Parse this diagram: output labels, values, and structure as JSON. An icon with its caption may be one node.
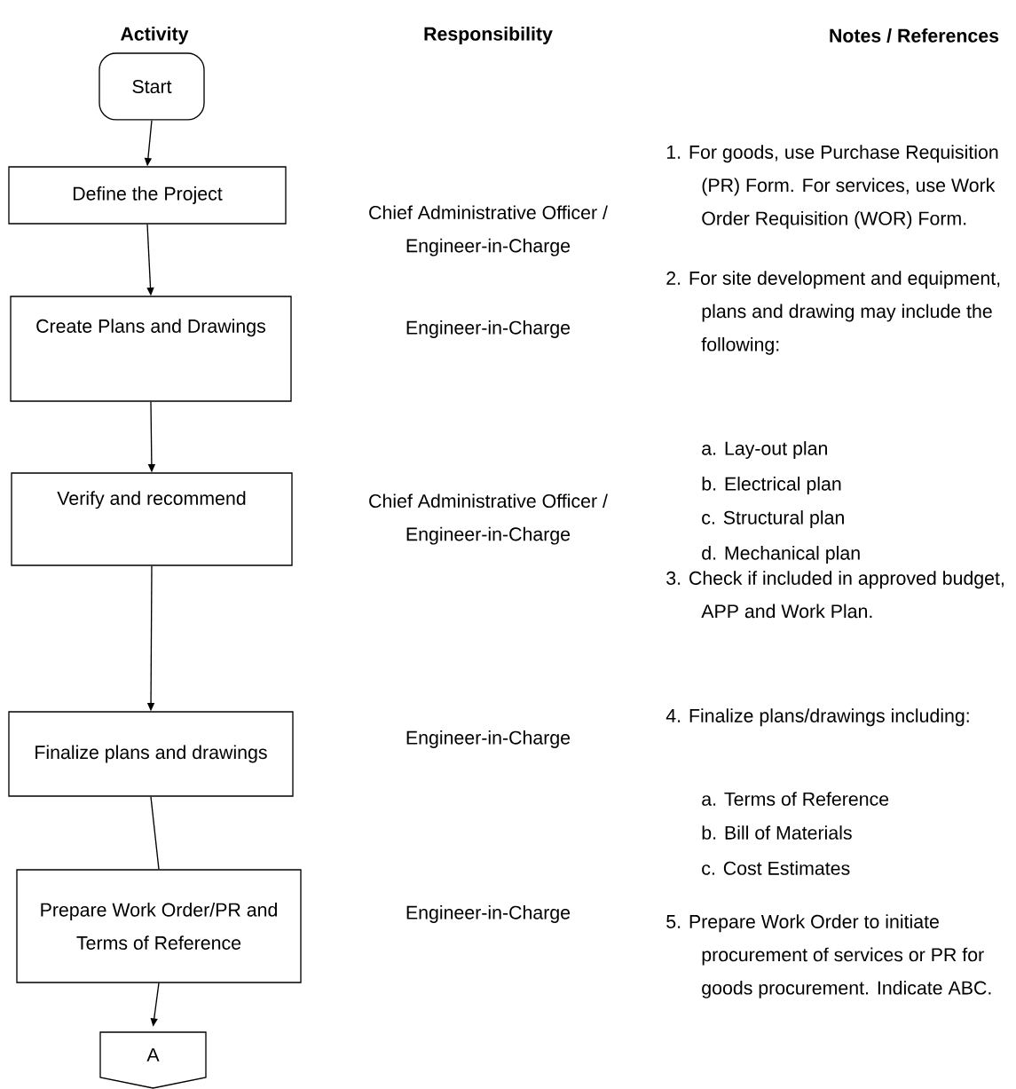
{
  "diagram": {
    "nodes": [
      {
        "text": [
          "Start"
        ]
      },
      {
        "text": [
          "Define the Project"
        ]
      },
      {
        "text": [
          "Create Plans and Drawings"
        ]
      },
      {
        "text": [
          "Verify and recommend"
        ]
      },
      {
        "text": [
          "Finalize plans and drawings"
        ]
      },
      {
        "text": [
          "Prepare Work Order/PR and Terms of Reference"
        ]
      },
      {
        "text": [
          "A"
        ]
      }
    ],
    "edges": [
      {
        "from": 0,
        "to": 1,
        "arrow": "to"
      },
      {
        "from": 1,
        "to": 2,
        "arrow": "to"
      },
      {
        "from": 2,
        "to": 3,
        "arrow": "to"
      },
      {
        "from": 3,
        "to": 4,
        "arrow": "to"
      },
      {
        "from": 4,
        "to": 5,
        "arrow": "none"
      },
      {
        "from": 5,
        "to": 6,
        "arrow": "to"
      }
    ],
    "labels": [
      "Activity",
      "Responsibility",
      "Notes / References",
      "Chief Administrative Officer / Engineer-in-Charge",
      "Engineer-in-Charge",
      "Chief Administrative Officer / Engineer-in-Charge",
      "Engineer-in-Charge",
      "Engineer-in-Charge",
      "1. For goods, use Purchase Requisition (PR) Form.  For services, use Work Order Requisition (WOR) Form.",
      "2. For site development and equipment, plans and drawing may include the following:",
      "a. Lay-out plan",
      "b. Electrical plan",
      "c. Structural plan",
      "d. Mechanical plan",
      "3. Check if included in approved budget, APP and Work Plan.",
      "4. Finalize plans/drawings including:",
      "a. Terms of Reference",
      "b. Bill of Materials",
      "c. Cost Estimates",
      "5. Prepare Work Order to initiate procurement of services or PR for goods procurement. Indicate ABC."
    ]
  }
}
